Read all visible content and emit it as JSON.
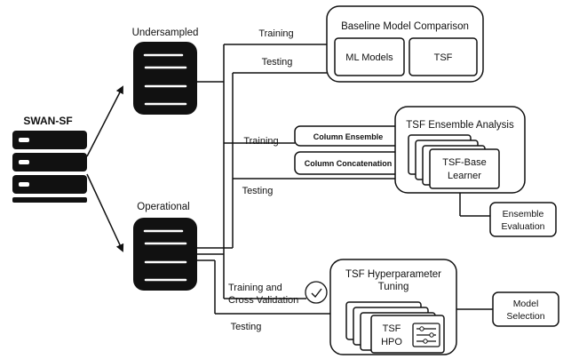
{
  "source": {
    "title": "SWAN-SF"
  },
  "datasets": {
    "undersampled": "Undersampled",
    "operational": "Operational"
  },
  "edges": {
    "training_1": "Training",
    "testing_1": "Testing",
    "training_2": "Training",
    "testing_2": "Testing",
    "training_cv_line1": "Training and",
    "training_cv_line2": "Cross Validation",
    "testing_3": "Testing"
  },
  "baseline": {
    "title": "Baseline Model Comparison",
    "left": "ML Models",
    "right": "TSF"
  },
  "ensemble_methods": {
    "column_ensemble": "Column Ensemble",
    "column_concatenation": "Column Concatenation"
  },
  "ensemble_analysis": {
    "title": "TSF Ensemble Analysis",
    "learner_line1": "TSF-Base",
    "learner_line2": "Learner"
  },
  "ensemble_evaluation": {
    "line1": "Ensemble",
    "line2": "Evaluation"
  },
  "hpo": {
    "title_line1": "TSF Hyperparameter",
    "title_line2": "Tuning",
    "inner_line1": "TSF",
    "inner_line2": "HPO"
  },
  "model_selection": {
    "line1": "Model",
    "line2": "Selection"
  }
}
